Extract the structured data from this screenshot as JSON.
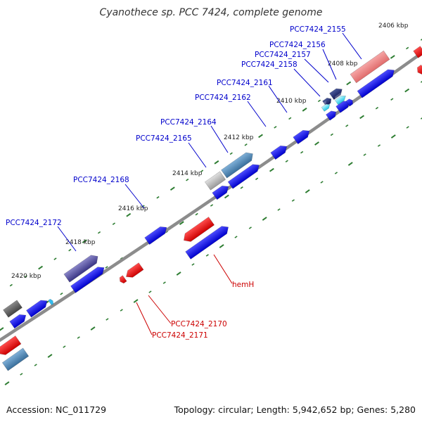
{
  "title": "Cyanothece sp. PCC 7424, complete genome",
  "footer": {
    "accession": "Accession: NC_011729",
    "summary": "Topology: circular; Length: 5,942,652 bp; Genes: 5,280"
  },
  "colors": {
    "forward_label": "#0000cc",
    "reverse_label": "#cc0000",
    "backbone": "#888888",
    "tick": "#2e7d32"
  },
  "scale_labels": [
    "2406 kbp",
    "2408 kbp",
    "2410 kbp",
    "2412 kbp",
    "2414 kbp",
    "2416 kbp",
    "2418 kbp",
    "2420 kbp"
  ],
  "gene_labels": [
    {
      "id": "g2155",
      "text": "PCC7424_2155",
      "strand": "forward"
    },
    {
      "id": "g2156",
      "text": "PCC7424_2156",
      "strand": "forward"
    },
    {
      "id": "g2157",
      "text": "PCC7424_2157",
      "strand": "forward"
    },
    {
      "id": "g2158",
      "text": "PCC7424_2158",
      "strand": "forward"
    },
    {
      "id": "g2161",
      "text": "PCC7424_2161",
      "strand": "forward"
    },
    {
      "id": "g2162",
      "text": "PCC7424_2162",
      "strand": "forward"
    },
    {
      "id": "g2164",
      "text": "PCC7424_2164",
      "strand": "forward"
    },
    {
      "id": "g2165",
      "text": "PCC7424_2165",
      "strand": "forward"
    },
    {
      "id": "g2168",
      "text": "PCC7424_2168",
      "strand": "forward"
    },
    {
      "id": "g2172",
      "text": "PCC7424_2172",
      "strand": "forward"
    },
    {
      "id": "hemH",
      "text": "hemH",
      "strand": "reverse"
    },
    {
      "id": "g2170",
      "text": "PCC7424_2170",
      "strand": "reverse"
    },
    {
      "id": "g2171",
      "text": "PCC7424_2171",
      "strand": "reverse"
    }
  ]
}
